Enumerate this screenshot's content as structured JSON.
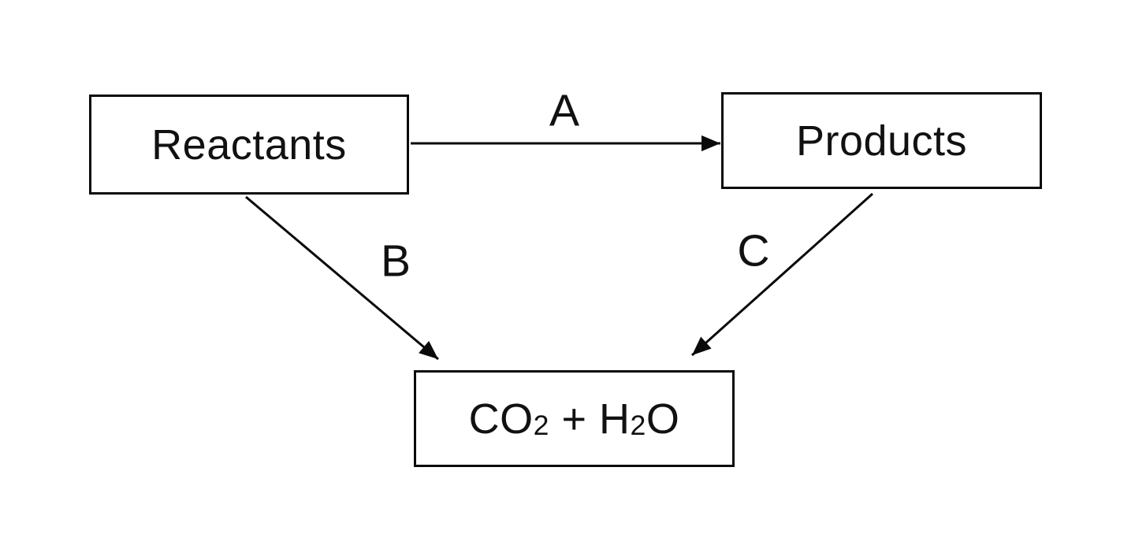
{
  "diagram": {
    "background_color": "#ffffff",
    "stroke_color": "#0a0a0a",
    "text_color": "#111111",
    "nodes": {
      "reactants": {
        "label": "Reactants"
      },
      "products": {
        "label": "Products"
      },
      "combustion_products": {
        "text": "CO₂ + H₂O",
        "formula_parts": {
          "t1": "CO",
          "s1": "2",
          "t2": " + H",
          "s2": "2",
          "t3": "O"
        }
      }
    },
    "edges": {
      "a": {
        "label": "A",
        "from": "Reactants",
        "to": "Products"
      },
      "b": {
        "label": "B",
        "from": "Reactants",
        "to": "CO₂ + H₂O"
      },
      "c": {
        "label": "C",
        "from": "Products",
        "to": "CO₂ + H₂O"
      }
    }
  }
}
